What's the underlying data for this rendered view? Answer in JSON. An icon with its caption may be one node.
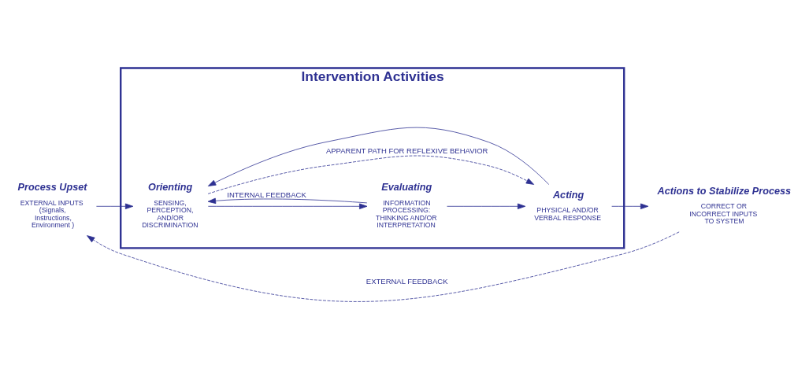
{
  "diagram": {
    "nodes": [
      {
        "text": [
          "Intervention Activities"
        ]
      },
      {
        "text": [
          "Process Upset",
          "EXTERNAL INPUTS (Signals, Instructions, Environment )"
        ]
      },
      {
        "text": [
          "Orienting",
          "SENSING, PERCEPTION, AND/OR DISCRIMINATION"
        ],
        "in": 0
      },
      {
        "text": [
          "Evaluating",
          "INFORMATION PROCESSING: THINKING AND/OR INTERPRETATION"
        ],
        "in": 0
      },
      {
        "text": [
          "Acting",
          "PHYSICAL AND/OR VERBAL RESPONSE"
        ],
        "in": 0
      },
      {
        "text": [
          "Actions to Stabilize Process",
          "CORRECT OR INCORRECT INPUTS TO SYSTEM"
        ]
      }
    ],
    "edges": [
      {
        "from": 1,
        "to": 2,
        "arrow": "to"
      },
      {
        "from": 2,
        "to": 3,
        "arrow": "to"
      },
      {
        "from": 3,
        "to": 4,
        "arrow": "to"
      },
      {
        "from": 4,
        "to": 5,
        "arrow": "to"
      },
      {
        "from": 2,
        "to": 4,
        "arrow": "to",
        "style": "dashed",
        "label": "APPARENT PATH FOR REFLEXIVE BEHAVIOR"
      },
      {
        "from": 3,
        "to": 2,
        "arrow": "to",
        "label": "INTERNAL FEEDBACK"
      },
      {
        "from": 4,
        "to": 2,
        "arrow": "to"
      },
      {
        "from": 5,
        "to": 1,
        "arrow": "to",
        "style": "dashed",
        "label": "EXTERNAL FEEDBACK"
      }
    ]
  }
}
